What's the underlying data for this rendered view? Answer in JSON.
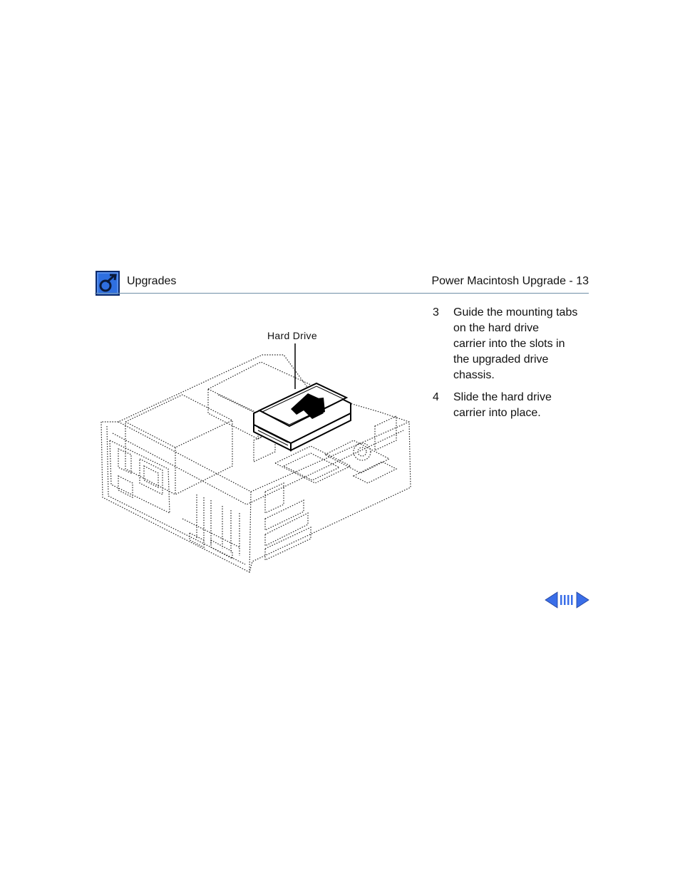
{
  "header": {
    "section": "Upgrades",
    "page_title": "Power Macintosh Upgrade - 13",
    "logo_icon": "apple-service-logo-icon"
  },
  "illustration": {
    "callout": "Hard Drive"
  },
  "steps": [
    {
      "number": "3",
      "lines": [
        "Guide the mounting tabs",
        "on the hard drive",
        "carrier into the slots in",
        "the upgraded drive",
        "chassis."
      ]
    },
    {
      "number": "4",
      "lines": [
        "Slide the hard drive",
        "carrier into place."
      ]
    }
  ],
  "navigation": {
    "prev_icon": "arrow-left-icon",
    "browse_icon": "page-browse-icon",
    "next_icon": "arrow-right-icon",
    "color": "#3a6ee8"
  },
  "colors": {
    "logo_blue": "#2f6fe0",
    "rule": "#6f8fa8"
  }
}
